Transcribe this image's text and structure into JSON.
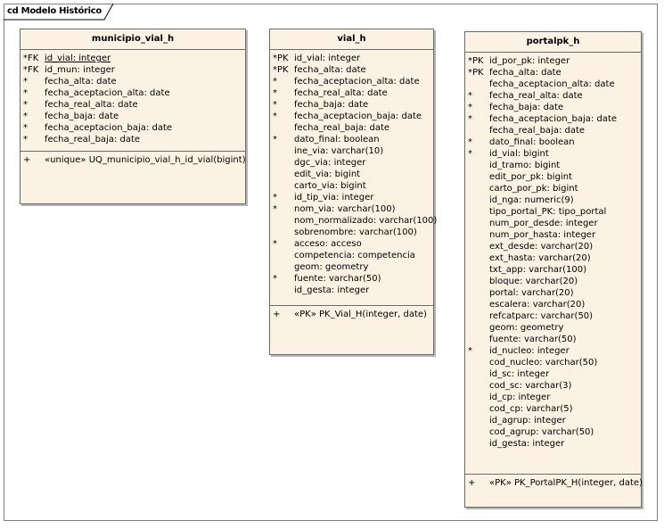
{
  "diagram_title": "cd Modelo Histórico",
  "tables": [
    {
      "name": "municipio_vial_h",
      "columns": [
        {
          "flag": "*FK",
          "text": "id_vial:  integer",
          "underline": true
        },
        {
          "flag": "*FK",
          "text": "id_mun:  integer",
          "underline": false
        },
        {
          "flag": "*",
          "text": "fecha_alta:  date",
          "underline": false
        },
        {
          "flag": "*",
          "text": "fecha_aceptacion_alta:  date",
          "underline": false
        },
        {
          "flag": "*",
          "text": "fecha_real_alta:  date",
          "underline": false
        },
        {
          "flag": "*",
          "text": "fecha_baja:  date",
          "underline": false
        },
        {
          "flag": "*",
          "text": "fecha_aceptacion_baja:  date",
          "underline": false
        },
        {
          "flag": "*",
          "text": "fecha_real_baja:  date",
          "underline": false
        }
      ],
      "operations": [
        {
          "flag": "+",
          "text": "«unique» UQ_municipio_vial_h_id_vial(bigint)"
        }
      ]
    },
    {
      "name": "vial_h",
      "columns": [
        {
          "flag": "*PK",
          "text": "id_vial:  integer",
          "underline": false
        },
        {
          "flag": "*PK",
          "text": "fecha_alta:  date",
          "underline": false
        },
        {
          "flag": "*",
          "text": "fecha_aceptacion_alta:  date",
          "underline": false
        },
        {
          "flag": "*",
          "text": "fecha_real_alta:  date",
          "underline": false
        },
        {
          "flag": "*",
          "text": "fecha_baja:  date",
          "underline": false
        },
        {
          "flag": "*",
          "text": "fecha_aceptacion_baja:  date",
          "underline": false
        },
        {
          "flag": "",
          "text": "fecha_real_baja:  date",
          "underline": false
        },
        {
          "flag": "*",
          "text": "dato_final:  boolean",
          "underline": false
        },
        {
          "flag": "",
          "text": "ine_via:  varchar(10)",
          "underline": false
        },
        {
          "flag": "",
          "text": "dgc_via:  integer",
          "underline": false
        },
        {
          "flag": "",
          "text": "edit_via:  bigint",
          "underline": false
        },
        {
          "flag": "",
          "text": "carto_via:  bigint",
          "underline": false
        },
        {
          "flag": "*",
          "text": "id_tip_via:  integer",
          "underline": false
        },
        {
          "flag": "*",
          "text": "nom_via:  varchar(100)",
          "underline": false
        },
        {
          "flag": "",
          "text": "nom_normalizado:  varchar(100)",
          "underline": false
        },
        {
          "flag": "",
          "text": "sobrenombre:  varchar(100)",
          "underline": false
        },
        {
          "flag": "*",
          "text": "acceso:  acceso",
          "underline": false
        },
        {
          "flag": "",
          "text": "competencia:  competencia",
          "underline": false
        },
        {
          "flag": "",
          "text": "geom:  geometry",
          "underline": false
        },
        {
          "flag": "*",
          "text": "fuente:  varchar(50)",
          "underline": false
        },
        {
          "flag": "",
          "text": "id_gesta:  integer",
          "underline": false
        }
      ],
      "operations": [
        {
          "flag": "+",
          "text": "«PK» PK_Vial_H(integer, date)"
        }
      ]
    },
    {
      "name": "portalpk_h",
      "columns": [
        {
          "flag": "*PK",
          "text": "id_por_pk:  integer",
          "underline": false
        },
        {
          "flag": "*PK",
          "text": "fecha_alta:  date",
          "underline": false
        },
        {
          "flag": "",
          "text": "fecha_aceptacion_alta:  date",
          "underline": false
        },
        {
          "flag": "*",
          "text": "fecha_real_alta:  date",
          "underline": false
        },
        {
          "flag": "*",
          "text": "fecha_baja:  date",
          "underline": false
        },
        {
          "flag": "*",
          "text": "fecha_aceptacion_baja:  date",
          "underline": false
        },
        {
          "flag": "",
          "text": "fecha_real_baja:  date",
          "underline": false
        },
        {
          "flag": "*",
          "text": "dato_final:  boolean",
          "underline": false
        },
        {
          "flag": "*",
          "text": "id_vial:  bigint",
          "underline": false
        },
        {
          "flag": "",
          "text": "id_tramo:  bigint",
          "underline": false
        },
        {
          "flag": "",
          "text": "edit_por_pk:  bigint",
          "underline": false
        },
        {
          "flag": "",
          "text": "carto_por_pk:  bigint",
          "underline": false
        },
        {
          "flag": "",
          "text": "id_nga:  numeric(9)",
          "underline": false
        },
        {
          "flag": "",
          "text": "tipo_portal_PK:  tipo_portal",
          "underline": false
        },
        {
          "flag": "",
          "text": "num_por_desde:  integer",
          "underline": false
        },
        {
          "flag": "",
          "text": "num_por_hasta:  integer",
          "underline": false
        },
        {
          "flag": "",
          "text": "ext_desde:  varchar(20)",
          "underline": false
        },
        {
          "flag": "",
          "text": "ext_hasta:  varchar(20)",
          "underline": false
        },
        {
          "flag": "",
          "text": "txt_app:  varchar(100)",
          "underline": false
        },
        {
          "flag": "",
          "text": "bloque:  varchar(20)",
          "underline": false
        },
        {
          "flag": "",
          "text": "portal:  varchar(20)",
          "underline": false
        },
        {
          "flag": "",
          "text": "escalera:  varchar(20)",
          "underline": false
        },
        {
          "flag": "",
          "text": "refcatparc:  varchar(50)",
          "underline": false
        },
        {
          "flag": "",
          "text": "geom:  geometry",
          "underline": false
        },
        {
          "flag": "",
          "text": "fuente:  varchar(50)",
          "underline": false
        },
        {
          "flag": "*",
          "text": "id_nucleo:  integer",
          "underline": false
        },
        {
          "flag": "",
          "text": "cod_nucleo:  varchar(50)",
          "underline": false
        },
        {
          "flag": "",
          "text": "id_sc:  integer",
          "underline": false
        },
        {
          "flag": "",
          "text": "cod_sc:  varchar(3)",
          "underline": false
        },
        {
          "flag": "",
          "text": "id_cp:  integer",
          "underline": false
        },
        {
          "flag": "",
          "text": "cod_cp:  varchar(5)",
          "underline": false
        },
        {
          "flag": "",
          "text": "id_agrup:  integer",
          "underline": false
        },
        {
          "flag": "",
          "text": "cod_agrup:  varchar(50)",
          "underline": false
        },
        {
          "flag": "",
          "text": "id_gesta:  integer",
          "underline": false
        }
      ],
      "operations": [
        {
          "flag": "+",
          "text": "«PK» PK_PortalPK_H(integer, date)"
        }
      ]
    }
  ]
}
